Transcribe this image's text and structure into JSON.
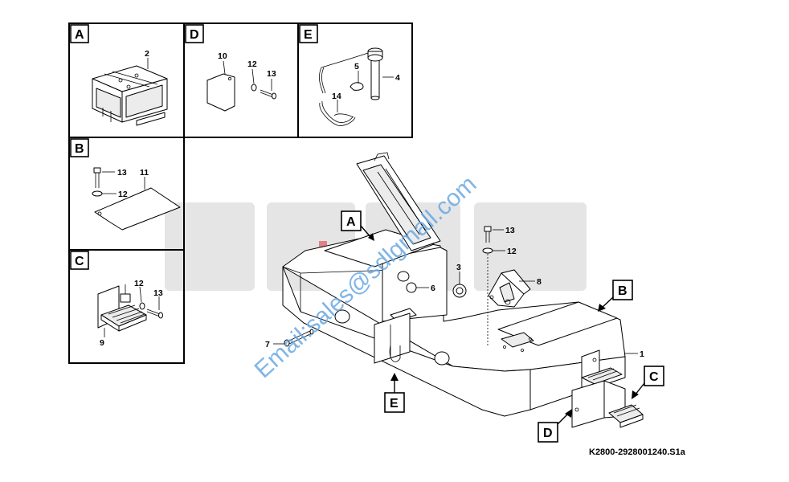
{
  "panels": {
    "A": {
      "letter": "A",
      "callouts": [
        "2"
      ]
    },
    "D": {
      "letter": "D",
      "callouts": [
        "10",
        "12",
        "13"
      ]
    },
    "E": {
      "letter": "E",
      "callouts": [
        "5",
        "4",
        "14"
      ]
    },
    "B": {
      "letter": "B",
      "callouts": [
        "13",
        "11",
        "12"
      ]
    },
    "C": {
      "letter": "C",
      "callouts": [
        "12",
        "13",
        "9"
      ]
    }
  },
  "main": {
    "callouts": [
      "1",
      "3",
      "6",
      "7",
      "8",
      "13",
      "12"
    ],
    "view_labels": [
      "A",
      "B",
      "C",
      "D",
      "E"
    ]
  },
  "watermark": {
    "brand": "SDLG",
    "email": "Email:sales@sdlgmall.com"
  },
  "drawing_code": "K2800-2928001240.S1a"
}
